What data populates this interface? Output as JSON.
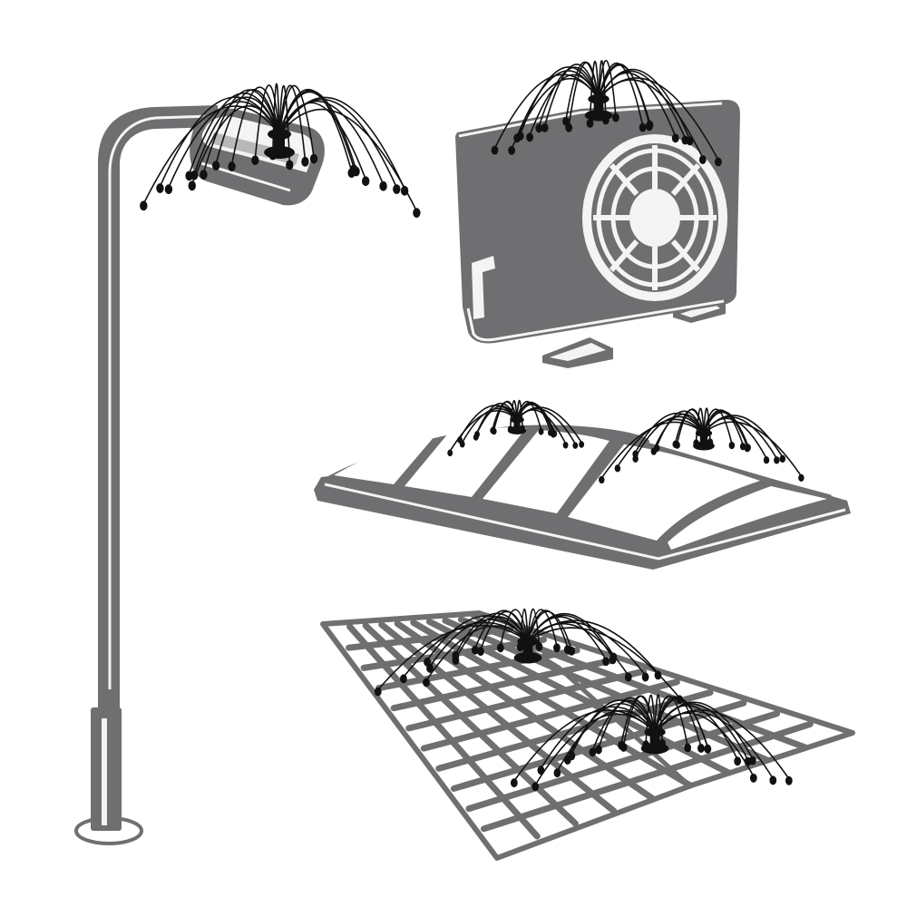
{
  "colors": {
    "background": "#ffffff",
    "body_gray": "#6f6f71",
    "light_gray": "#b8b8ba",
    "highlight": "#f4f4f4",
    "spike": "#111111"
  },
  "illustrations": [
    {
      "object": "street-lamp",
      "deterrent_count": 1
    },
    {
      "object": "air-conditioner-unit",
      "deterrent_count": 1
    },
    {
      "object": "dome-skylight",
      "deterrent_count": 2
    },
    {
      "object": "solar-panel",
      "deterrent_count": 2
    }
  ]
}
